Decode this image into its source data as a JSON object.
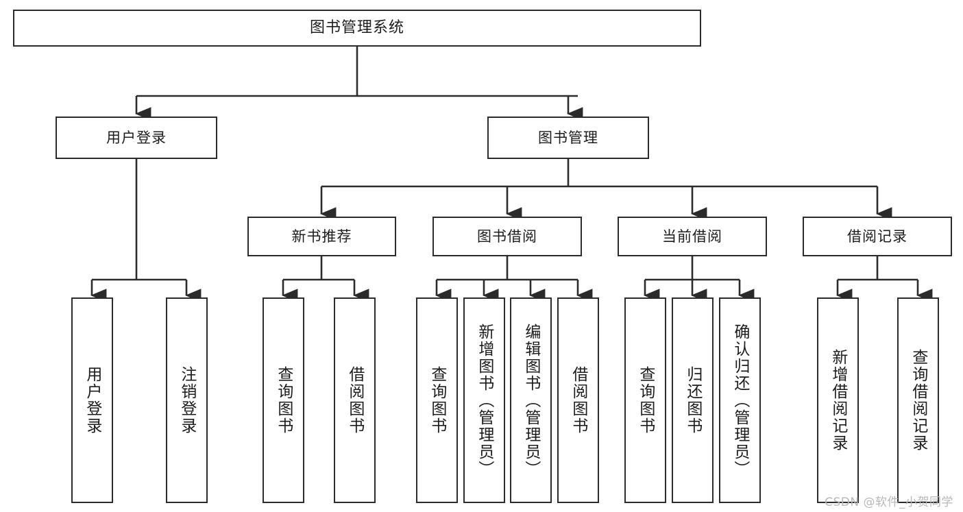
{
  "diagram": {
    "title": "图书管理系统",
    "watermark": "CSDN @软件_小贺同学",
    "line_color": "#2b2b2b",
    "box_fill": "#ffffff",
    "text_color": "#1c1c1c",
    "root": {
      "label": "图书管理系统"
    },
    "level2": [
      {
        "label": "用户登录"
      },
      {
        "label": "图书管理"
      }
    ],
    "level3": [
      {
        "label": "新书推荐"
      },
      {
        "label": "图书借阅"
      },
      {
        "label": "当前借阅"
      },
      {
        "label": "借阅记录"
      }
    ],
    "leaves": {
      "user_login": [
        {
          "label": "用户登录"
        },
        {
          "label": "注销登录"
        }
      ],
      "new_book": [
        {
          "label": "查询图书"
        },
        {
          "label": "借阅图书"
        }
      ],
      "borrow": [
        {
          "label": "查询图书"
        },
        {
          "label": "新增图书（管理员）"
        },
        {
          "label": "编辑图书（管理员）"
        },
        {
          "label": "借阅图书"
        }
      ],
      "current": [
        {
          "label": "查询图书"
        },
        {
          "label": "归还图书"
        },
        {
          "label": "确认归还（管理员）"
        }
      ],
      "records": [
        {
          "label": "新增借阅记录"
        },
        {
          "label": "查询借阅记录"
        }
      ]
    }
  }
}
